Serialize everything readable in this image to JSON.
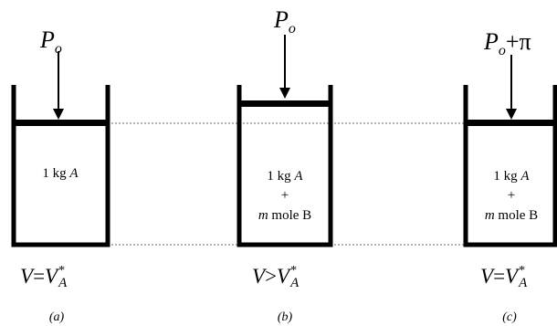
{
  "panels": [
    {
      "pressure": {
        "symbol": "P",
        "subscript": "o",
        "extra": ""
      },
      "contents": {
        "line1_num": "1 kg ",
        "line1_var": "A",
        "plus": "",
        "line2_var": "",
        "line2_rest": ""
      },
      "equation": {
        "lhs": "V",
        "op": "=",
        "rhs": "V",
        "sup": "*",
        "sub": "A"
      },
      "caption": "(a)"
    },
    {
      "pressure": {
        "symbol": "P",
        "subscript": "o",
        "extra": ""
      },
      "contents": {
        "line1_num": "1 kg ",
        "line1_var": "A",
        "plus": "+",
        "line2_var": "m",
        "line2_rest": " mole B"
      },
      "equation": {
        "lhs": "V",
        "op": ">",
        "rhs": "V",
        "sup": "*",
        "sub": "A"
      },
      "caption": "(b)"
    },
    {
      "pressure": {
        "symbol": "P",
        "subscript": "o",
        "extra": "+π"
      },
      "contents": {
        "line1_num": "1 kg ",
        "line1_var": "A",
        "plus": "+",
        "line2_var": "m",
        "line2_rest": " mole B"
      },
      "equation": {
        "lhs": "V",
        "op": "=",
        "rhs": "V",
        "sup": "*",
        "sub": "A"
      },
      "caption": "(c)"
    }
  ]
}
